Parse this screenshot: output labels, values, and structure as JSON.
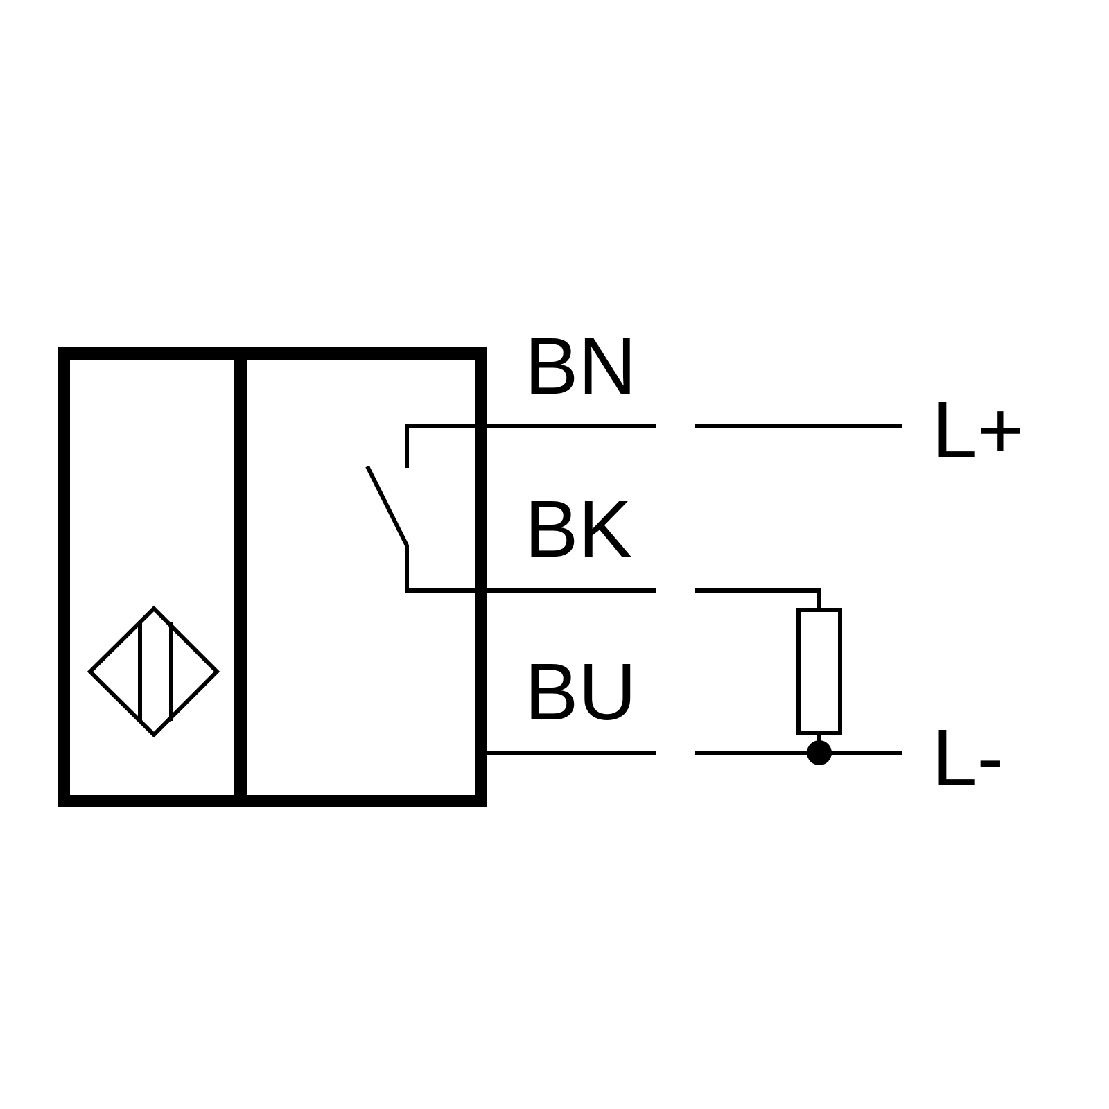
{
  "wires": {
    "brown": "BN",
    "black": "BK",
    "blue": "BU"
  },
  "supply": {
    "positive": "L+",
    "negative": "L-"
  },
  "colors": {
    "stroke": "#000000",
    "background": "#ffffff"
  },
  "icons": {
    "sensing_face": "inductive-sensor-symbol",
    "switch": "normally-open-switch",
    "load": "resistor-load",
    "junction": "junction-dot"
  }
}
